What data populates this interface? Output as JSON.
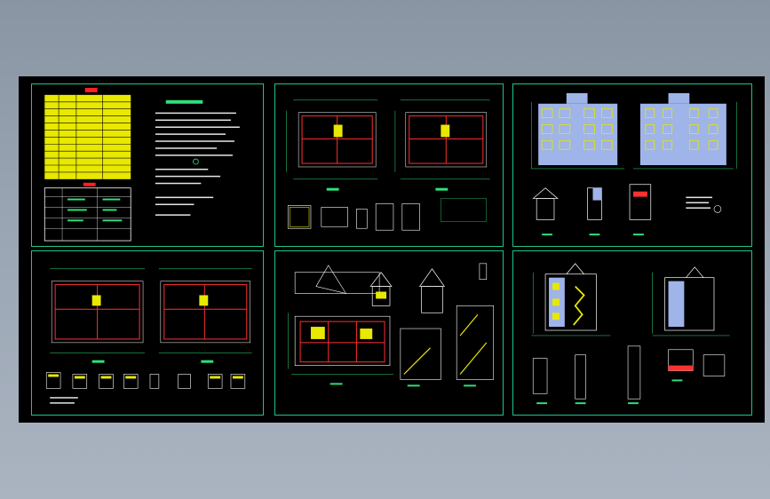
{
  "viewer": {
    "background_color": "#9aa5b3",
    "canvas_color": "#000000",
    "frame_color": "#1fc48a"
  },
  "drawing": {
    "sheets": [
      {
        "id": "design-notes",
        "icon": "drawing-sheet-icon"
      },
      {
        "id": "floor-plans-upper",
        "icon": "drawing-sheet-icon"
      },
      {
        "id": "elevations",
        "icon": "drawing-sheet-icon"
      },
      {
        "id": "floor-plans-lower",
        "icon": "drawing-sheet-icon"
      },
      {
        "id": "stair-details",
        "icon": "drawing-sheet-icon"
      },
      {
        "id": "sections",
        "icon": "drawing-sheet-icon"
      }
    ]
  }
}
